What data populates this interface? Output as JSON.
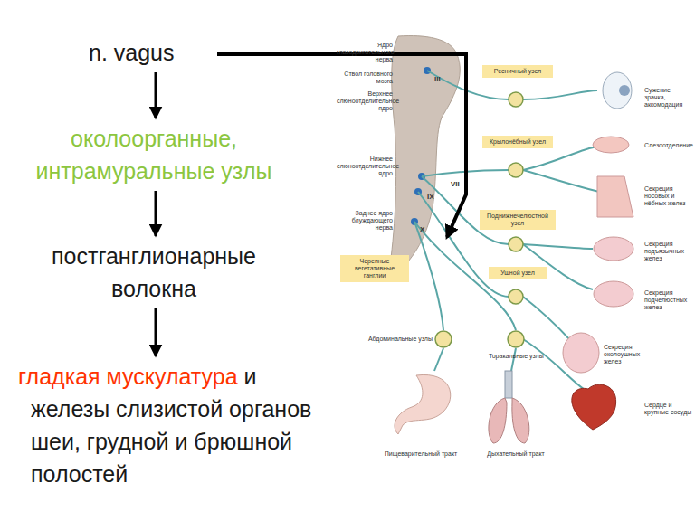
{
  "diagram": {
    "nodes": [
      {
        "text": [
          "n. vagus"
        ]
      },
      {
        "text": [
          "околоорганные, интрамуральные узлы"
        ]
      },
      {
        "text": [
          "постганглионарные волокна"
        ]
      },
      {
        "text": [
          "гладкая мускулатура",
          "и железы слизистой органов шеи, грудной и брюшной полостей"
        ]
      },
      {
        "text": [
          "Ресничный узел"
        ]
      },
      {
        "text": [
          "Крылонёбный узел"
        ]
      },
      {
        "text": [
          "Поднижнечелюстной узел"
        ]
      },
      {
        "text": [
          "Ушной узел"
        ]
      },
      {
        "text": [
          "Черепные вегетативные ганглии"
        ]
      }
    ],
    "edges": [
      {
        "from": 0,
        "to": 1,
        "arrow": "to"
      },
      {
        "from": 1,
        "to": 2,
        "arrow": "to"
      },
      {
        "from": 2,
        "to": 3,
        "arrow": "to"
      }
    ],
    "labels": [
      "Ядро глазодвигательного нерва",
      "Ствол головного мозга",
      "Верхнее слюноотделительное ядро",
      "Нижнее слюноотделительное ядро",
      "Заднее ядро блуждающего нерва",
      "III",
      "VII",
      "IX",
      "X",
      "Абдоминальные узлы",
      "Торакальные узлы",
      "Сужение зрачка, аккомодация",
      "Слезоотделение",
      "Секреция носовых и нёбных желез",
      "Секреция подъязычных желез",
      "Секреция подчелюстных желез",
      "Секреция околоушных желез",
      "Сердце и крупные сосуды",
      "Пищеварительный тракт",
      "Дыхательный тракт"
    ]
  }
}
